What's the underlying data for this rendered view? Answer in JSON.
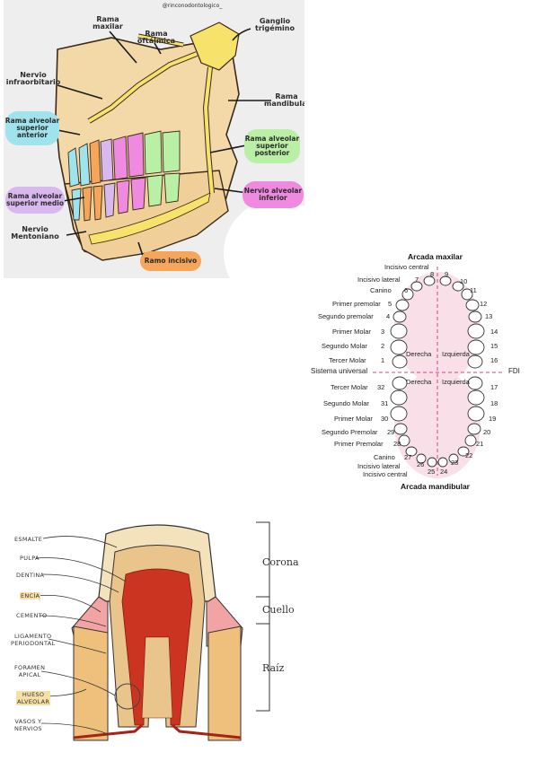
{
  "nerves_panel": {
    "watermark": "@rinconodontologico_",
    "side_watermark": "@rinconodontologico_",
    "labels": {
      "rama_maxilar": "Rama\nmaxilar",
      "rama_oftalmica": "Rama\noftálmica",
      "ganglio_trigemino": "Ganglio\ntrigémino",
      "nervio_infraorbitario": "Nervio\ninfraorbitario",
      "rama_mandibular": "Rama\nmandibular",
      "rama_alveolar_superior_anterior": "Rama alveolar\nsuperior\nanterior",
      "rama_alveolar_superior_posterior": "Rama alveolar\nsuperior\nposterior",
      "rama_alveolar_superior_medio": "Rama alveolar\nsuperior medio",
      "nervio_alveolar_inferior": "Nervio alveolar\ninferior",
      "nervio_mentoniano": "Nervio\nMentoniano",
      "ramo_incisivo": "Ramo incisivo"
    },
    "colors": {
      "cyan": "#9fe3ec",
      "green": "#b9f0a6",
      "purple": "#d9b8f0",
      "magenta": "#f08ae0",
      "orange": "#f5a65b",
      "bone": "#f3d9a8",
      "nerve": "#f7e36b"
    }
  },
  "arch_panel": {
    "title_top": "Arcada maxilar",
    "title_bottom": "Arcada mandibular",
    "left_axis": "Sistema universal",
    "right_axis": "FDI",
    "quadrants": [
      "Derecha",
      "Izquierda",
      "Derecha",
      "Izquierda"
    ],
    "upper_labels": [
      {
        "name": "Incisivo central",
        "num": "8"
      },
      {
        "name": "Incisivo lateral",
        "num": "7"
      },
      {
        "name": "Canino",
        "num": "6"
      },
      {
        "name": "Primer premolar",
        "num": "5"
      },
      {
        "name": "Segundo premolar",
        "num": "4"
      },
      {
        "name": "Primer Molar",
        "num": "3"
      },
      {
        "name": "Segundo Molar",
        "num": "2"
      },
      {
        "name": "Tercer Molar",
        "num": "1"
      }
    ],
    "lower_labels": [
      {
        "name": "Tercer Molar",
        "num": "32"
      },
      {
        "name": "Segundo Molar",
        "num": "31"
      },
      {
        "name": "Primer Molar",
        "num": "30"
      },
      {
        "name": "Segundo Premolar",
        "num": "29"
      },
      {
        "name": "Primer Premolar",
        "num": "28"
      },
      {
        "name": "Canino",
        "num": "27"
      },
      {
        "name": "Incisivo lateral",
        "num": "26"
      },
      {
        "name": "Incisivo central",
        "num": "25"
      }
    ],
    "upper_right_nums": [
      "9",
      "10",
      "11",
      "12",
      "13",
      "14",
      "15",
      "16"
    ],
    "lower_right_nums": [
      "17",
      "18",
      "19",
      "20",
      "21",
      "22",
      "23",
      "24"
    ]
  },
  "tooth_panel": {
    "labels": [
      "ESMALTE",
      "PULPA",
      "DENTINA",
      "ENCÍA",
      "CEMENTO",
      "LIGAMENTO\nPERIODONTAL",
      "FORAMEN\nAPICAL",
      "HUESO\nALVEOLAR",
      "VASOS Y\nNERVIOS"
    ],
    "sections": [
      "Corona",
      "Cuello",
      "Raíz"
    ],
    "colors": {
      "enamel": "#f4e2bd",
      "dentin": "#e9c48b",
      "pulp": "#cc3422",
      "gum": "#f2a3a3",
      "bone": "#eec07c"
    }
  }
}
